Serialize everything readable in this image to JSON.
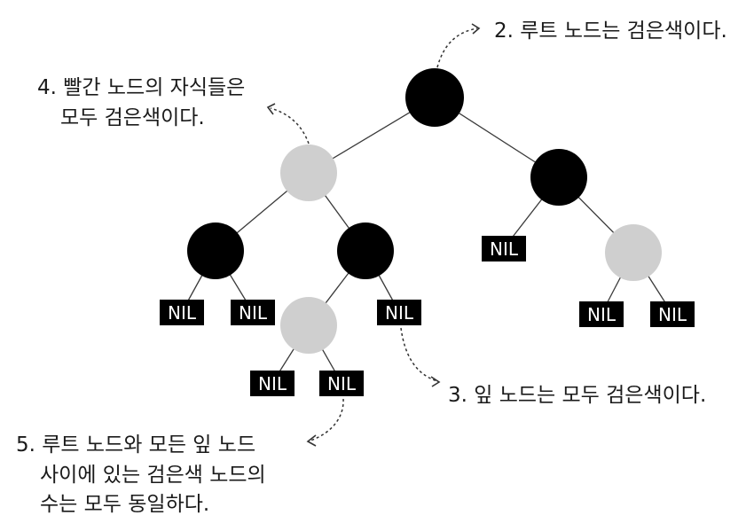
{
  "tree": {
    "nodes": [
      {
        "id": "n-root",
        "color": "black"
      },
      {
        "id": "n-l",
        "color": "red"
      },
      {
        "id": "n-r",
        "color": "black"
      },
      {
        "id": "n-ll",
        "color": "black"
      },
      {
        "id": "n-lr",
        "color": "black"
      },
      {
        "id": "n-rr",
        "color": "red"
      },
      {
        "id": "n-lrl",
        "color": "red"
      }
    ],
    "nil_label": "NIL",
    "colors": {
      "black": "#000000",
      "red": "#cfcfcf",
      "nil": "#000000"
    }
  },
  "annotations": {
    "rule2": "2. 루트 노드는 검은색이다.",
    "rule3": "3. 잎 노드는 모두 검은색이다.",
    "rule4_line1": "4. 빨간 노드의 자식들은",
    "rule4_line2": "모두 검은색이다.",
    "rule5_line1": "5. 루트 노드와 모든 잎 노드",
    "rule5_line2": "사이에 있는 검은색 노드의",
    "rule5_line3": "수는 모두 동일하다."
  }
}
